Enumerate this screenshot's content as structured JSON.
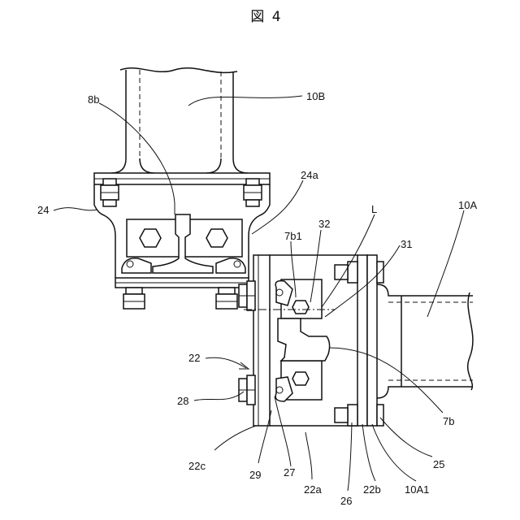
{
  "title": "図 4",
  "labels": {
    "l_10B": "10B",
    "l_8b": "8b",
    "l_24": "24",
    "l_24a": "24a",
    "l_L": "L",
    "l_10A": "10A",
    "l_7b1": "7b1",
    "l_32": "32",
    "l_31": "31",
    "l_22": "22",
    "l_28": "28",
    "l_22c": "22c",
    "l_29": "29",
    "l_27": "27",
    "l_22a": "22a",
    "l_26": "26",
    "l_22b": "22b",
    "l_10A1": "10A1",
    "l_25": "25",
    "l_7b": "7b"
  }
}
